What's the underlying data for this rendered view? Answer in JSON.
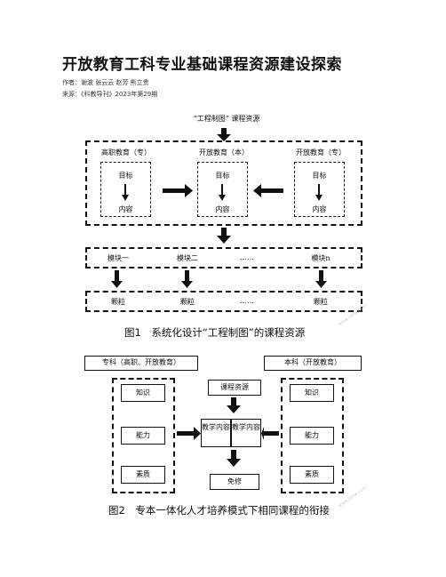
{
  "header": {
    "title": "开放教育工科专业基础课程资源建设探索",
    "authors": "作者：谢波 张云云 赵芳 熊立贵",
    "source": "来源：《科教导刊》2023年第29期"
  },
  "figure1": {
    "top_label": "“工程制图” 课程资源",
    "columns": [
      {
        "title": "高职教育（专）",
        "goal": "目标",
        "content": "内容"
      },
      {
        "title": "开放教育（本）",
        "goal": "目标",
        "content": "内容"
      },
      {
        "title": "开放教育（专）",
        "goal": "目标",
        "content": "内容"
      }
    ],
    "modules": [
      "模块一",
      "模块二",
      "……",
      "模块n"
    ],
    "granules": [
      "颗粒",
      "颗粒",
      "……",
      "颗粒"
    ],
    "caption": "图1　系统化设计“工程制图”的课程资源",
    "watermark": "www.zzhw.com"
  },
  "figure2": {
    "left_header": "专科（高职、开放教育）",
    "right_header": "本科（开放教育）",
    "left_items": [
      "知识",
      "能力",
      "素质"
    ],
    "right_items": [
      "知识",
      "能力",
      "素质"
    ],
    "center_top": "课程资源",
    "center_left": "教学内容",
    "center_right": "教学内容",
    "center_bottom": "免修",
    "caption": "图2　专本一体化人才培养模式下相同课程的衔接",
    "watermark": "www.zzhw.com"
  }
}
